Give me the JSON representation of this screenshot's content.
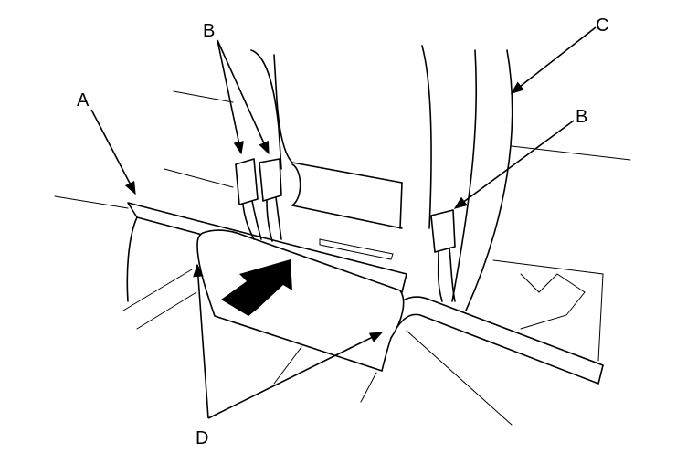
{
  "figure": {
    "callouts": {
      "a": "A",
      "b_left": "B",
      "b_right": "B",
      "c": "C",
      "d": "D"
    }
  }
}
